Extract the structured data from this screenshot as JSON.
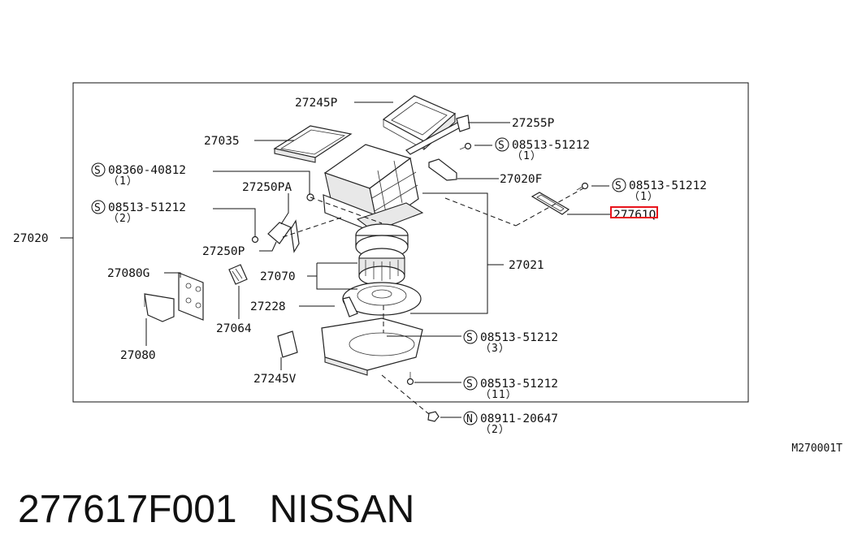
{
  "diagram": {
    "assembly_label": "27020",
    "reference_code": "M270001T",
    "highlight_color": "#e8141c",
    "parts": {
      "p27245P": "27245P",
      "p27255P": "27255P",
      "p27035": "27035",
      "p27020F": "27020F",
      "p27250PA": "27250PA",
      "p27250P": "27250P",
      "p27080G": "27080G",
      "p27080": "27080",
      "p27070": "27070",
      "p27064": "27064",
      "p27228": "27228",
      "p27021": "27021",
      "p27245V": "27245V",
      "p27761Q": "27761Q"
    },
    "fasteners": {
      "f1": {
        "symbol": "S",
        "code": "08513-51212",
        "qty": "（1）"
      },
      "f2": {
        "symbol": "S",
        "code": "08360-40812",
        "qty": "（1）"
      },
      "f3": {
        "symbol": "S",
        "code": "08513-51212",
        "qty": "（1）"
      },
      "f4": {
        "symbol": "S",
        "code": "08513-51212",
        "qty": "（2）"
      },
      "f5": {
        "symbol": "S",
        "code": "08513-51212",
        "qty": "（3）"
      },
      "f6": {
        "symbol": "S",
        "code": "08513-51212",
        "qty": "（11）"
      },
      "f7": {
        "symbol": "N",
        "code": "08911-20647",
        "qty": "（2）"
      }
    }
  },
  "footer": {
    "part_number": "277617F001",
    "brand": "NISSAN"
  }
}
